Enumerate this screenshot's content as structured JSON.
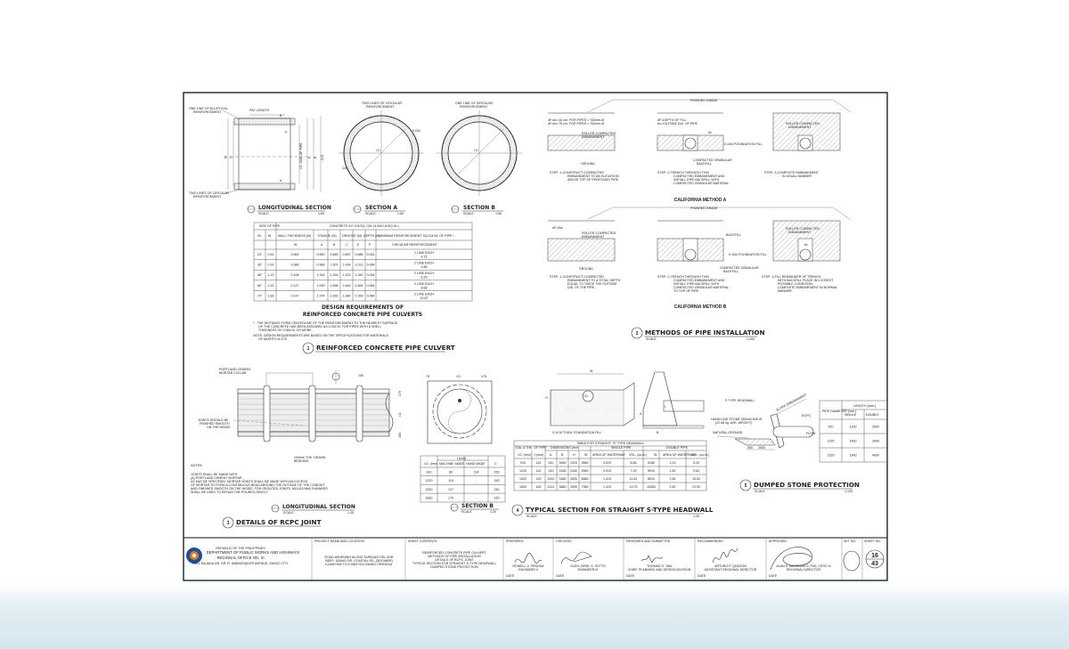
{
  "colors": {
    "ink": "#222222",
    "paper": "#ffffff",
    "scan_band": "#d6e6ee",
    "logo_blue": "#1f4e9c",
    "logo_orange": "#e07b1a"
  },
  "rcpc": {
    "long_section": {
      "title": "LONGITUDINAL SECTION",
      "scale_label": "SCALE",
      "scale": "1:60",
      "elliptical": "ONE LINE OF ELLIPTICAL",
      "elliptical2": "REINFORCEMENT",
      "pay_length": "PAY LENGTH",
      "two_lines": "TWO LINES OF CIRCULAR",
      "two_lines2": "REINFORCEMENT",
      "b": "B",
      "a": "A",
      "p": "P",
      "bl": "B",
      "c": "C",
      "id_size": "I.D. SIZE OF PIPE",
      "da": "A",
      "db": "B",
      "od": "O.D."
    },
    "section_a": {
      "title": "SECTION A",
      "scale_label": "SCALE",
      "scale": "1:60",
      "note1": "TWO LINES OF CIRCULAR",
      "note2": "REINFORCEMENT",
      "dim": "0.032",
      "id": "I.D.",
      "t": "1/3"
    },
    "section_b": {
      "title": "SECTION B",
      "scale_label": "SCALE",
      "scale": "1:60",
      "note1": "ONE LINE OF CIRCULAR",
      "note2": "REINFORCEMENT",
      "id": "I.D."
    },
    "table": {
      "h_size": "SIZE OF PIPE",
      "h_concrete": "CONCRETE 317 KG/SQ. CM. (4,500 LB/SQ.IN.)",
      "h_in": "IN.",
      "h_m": "M.",
      "h_wall": "WALL THICKNESS (M)",
      "h_tongue": "TONGUE (M)",
      "h_groove": "GROOVE (M)",
      "h_depth": "DEPTH (M)",
      "h_min": "MINIMUM REINFORCEMENT SQ.CM./M. OF PIPE *",
      "h_w": "W",
      "h_a": "A",
      "h_b": "B",
      "h_c": "C",
      "h_e": "E",
      "h_p": "P",
      "h_circ": "CIRCULAR REINFORCEMENT",
      "rows": [
        [
          "24\"",
          "0.61",
          "0.064",
          "0.650",
          "0.660",
          "0.667",
          "0.686",
          "0.044",
          "1 LINE EACH",
          "4.23"
        ],
        [
          "36\"",
          "0.91",
          "0.086",
          "0.989",
          "1.007",
          "1.004",
          "1.013",
          "0.064",
          "2 LINE EACH",
          "4.66"
        ],
        [
          "48\"",
          "1.22",
          "0.108",
          "1.316",
          "1.324",
          "1.321",
          "1.340",
          "0.064",
          "2 LINE EACH",
          "6.35"
        ],
        [
          "60\"",
          "1.52",
          "0.127",
          "1.639",
          "1.658",
          "1.645",
          "1.664",
          "0.064",
          "2 LINE EACH",
          "8.68"
        ],
        [
          "72\"",
          "1.83",
          "0.147",
          "1.974",
          "1.993",
          "1.980",
          "1.999",
          "0.064",
          "2 LINE EACH",
          "10.87"
        ]
      ]
    },
    "design_title1": "DESIGN REQUIREMENTS OF",
    "design_title2": "REINFORCED CONCRETE PIPE CULVERTS",
    "note_star1": "* - THE DISTANCE FORM CENTERLINE OF THE REINFORCEMENT TO THE NEAREST SURFACE",
    "note_star2": "OF THE CONCRETE HAS BEEN ASSUMED AS 0.032 M. FOR PIPES WITH A SHELL",
    "note_star3": "THICKNESS OF 0.064 M. OR MORE.",
    "note_design1": "NOTE: DESIGN REQUIREMENTS ARE BASED ON THE SPECIFICATIONS FOR MATERIALS",
    "note_design2": "OF AASHTO M-170",
    "number": "1",
    "title": "REINFORCED CONCRETE PIPE CULVERT"
  },
  "methods": {
    "finished_grade": "FINISHED GRADE",
    "a": {
      "note1": "dF=bc=15 cm. FOR PIPES < 762mm.Ø",
      "note2": "dF=bc=75 cm. FOR PIPES > 762mm.Ø",
      "roller": "ROLLER-COMPACTED",
      "roller2": "EMBANKMENT",
      "ground": "GROUND",
      "step1": [
        "STEP -1-CONSTRUCT COMPACTED",
        "EMBANKMENT TO AN ELEVATION",
        "ABOVE TOP OF PROPOSED PIPE"
      ],
      "depth1": "dF=DEPTH OF FILL",
      "depth2": "bc=OUTSIDE DIA. OF PIPE",
      "bc": "bc",
      "foundation": "0.10m FOUNDATION FILL",
      "granular1": "COMPACTED GRANULAR",
      "granular2": "BACKFILL",
      "step2": [
        "STEP -2-TRENCH THROUGH THIS",
        "COMPACTED EMBANKMENT AND",
        "INSTALL PIPE BACKFILL WITH",
        "COMPACTED GRANULAR MATERIAL"
      ],
      "roller3": "ROLLER COMPACTED",
      "roller4": "EMBANKMENT",
      "step3": [
        "STEP -3-COMPLETE EMBANKMENT",
        "IN USUAL MANNER"
      ],
      "title": "CALIFORNIA METHOD A"
    },
    "b": {
      "note1": "dF=2bc",
      "roller": "ROLLER-COMPACTED",
      "roller2": "EMBANKMENT",
      "ground": "GROUND",
      "step1": [
        "STEP -1-CONSTRUCT COMPACTED",
        "EMBANKMENT TO A TOTAL DEPTH",
        "EQUAL TO TWICE THE OUTSIDE",
        "DIA. OF THE PIPE."
      ],
      "backfill": "BACKFILL",
      "foundation": "0.10m FOUNDATION FILL",
      "granular1": "COMPACTED GRANULAR",
      "granular2": "BACKFILL",
      "step2": [
        "STEP -2-TRENCH THROUGH THIS",
        "COMPACTED EMBANKMENT AND",
        "INSTALL PIPE BACKFILL WITH",
        "COMPACTED GRANULAR MATERIAL",
        "TO TOP OF PIPE"
      ],
      "roller3": "ROLLER COMPACTED",
      "roller4": "EMBANKMENT",
      "bc": "bc",
      "step3": [
        "STEP -3-FILL REMAINDER OF TRENCH",
        "WITH BACKFILL PLACE IN LOOSEST",
        "POSSIBLE CONDITION.",
        "COMPLETE EMBANKMENT IN NORMAL",
        "MANNER."
      ],
      "title": "CALIFORNIA METHOD B"
    },
    "number": "2",
    "title": "METHODS OF PIPE INSTALLATION",
    "scale_label": "SCALE",
    "scale": "1:200"
  },
  "joint": {
    "collar1": "PORTLAND CEMENT",
    "collar2": "MORTAR COLLAR",
    "dim150": "150",
    "dim175": "175",
    "id": "I.D.",
    "dim150b": "150",
    "joints1": "JOINTS SHOULD BE",
    "joints2": "FINISHED SMOOTH",
    "joints3": "ON THE INSIDE",
    "gravel1": "100mm THK. GRAVEL",
    "gravel2": "BEDDING",
    "notes_label": "NOTES:",
    "notes": [
      "JOINTS SHALL BE MADE WITH",
      "(A) PORTLAND CEMENT MORTAR ,",
      "AS MAY BE SPECIFIED. MORTAR JOINTS SHALL BE MADE WITH AN EXCESS",
      "OF MORTAR TO FORM A CONTINUOUS BEAD AROUND THE OUTSIDE OF THE CONDUIT",
      "AND FINISHED SMOOTH ON THE INSIDE. FOR GROUTED JOINTS, MOLDS AND RUNNERS",
      "SHALL BE USED TO RETAIN THE POURED GROUT."
    ],
    "long_title": "LONGITUDINAL SECTION",
    "scale_label": "SCALE",
    "long_scale": "1:20",
    "sec_b": {
      "dim75": "75",
      "id": "I.D.",
      "dim175": "175",
      "title": "SECTION B",
      "scale_label": "SCALE",
      "scale": "1:20"
    },
    "table": {
      "h_id": "I.D. (mm)",
      "h_t": "t (mm)",
      "h_machine": "MACHINE MADE",
      "h_hand": "HAND MADE",
      "h_c": "C",
      "rows": [
        [
          "910",
          "83",
          "114",
          "150"
        ],
        [
          "1220",
          "110",
          "-",
          "150"
        ],
        [
          "1520",
          "127",
          "-",
          "150"
        ],
        [
          "1830",
          "175",
          "-",
          "150"
        ]
      ]
    },
    "number": "3",
    "title": "DETAILS OF RCPC JOINT"
  },
  "headwall": {
    "w": "W",
    "h": "H",
    "a": "A",
    "b": "B",
    "t": "t",
    "id": "I.D.",
    "foundation": "0.10 M THICK FOUNDATION FILL",
    "table": {
      "title": "TABLE FOR STRAIGHT \"S\" TYPE HEADWALL",
      "h_dia": "DIA. & THK. OF PIPE",
      "h_dims": "DIMENSIONS (mm)",
      "h_single": "SINGLE PIPE",
      "h_double": "DOUBLE PIPE",
      "h_id": "I.D. (mm)",
      "h_t": "t (mm)",
      "h_a": "A",
      "h_b": "B",
      "h_h": "H",
      "h_w": "W",
      "h_area": "AREA OF WATERWAY",
      "h_vol": "VOL. (cu.m.)",
      "h_w2": "W",
      "h_area2": "AREA OF WATERWAY",
      "h_vol2": "VOL. (cu.m.)",
      "rows": [
        [
          "910",
          "110",
          "610",
          "3060",
          "1920",
          "3660",
          "0.519",
          "8.86",
          "5180",
          "1.03",
          "5.25"
        ],
        [
          "1220",
          "110",
          "610",
          "3160",
          "2340",
          "3960",
          "0.919",
          "7.25",
          "5910",
          "1.82",
          "9.64"
        ],
        [
          "1520",
          "120",
          "1610",
          "3360",
          "2830",
          "5880",
          "1.419",
          "11.62",
          "8610",
          "2.82",
          "15.52"
        ],
        [
          "1830",
          "150",
          "1212",
          "3880",
          "3590",
          "7380",
          "1.419",
          "19.75",
          "10552",
          "2.82",
          "23.00"
        ]
      ]
    },
    "number": "4",
    "title": "TYPICAL SECTION FOR STRAIGHT S-TYPE HEADWALL",
    "scale_label": "SCALE",
    "scale": "1:20"
  },
  "dumped": {
    "headwall": "S TYPE HEADWALL",
    "slope": "SLOPE EMBANKMENT",
    "rcpc": "RCPC",
    "stone1": "HAND-LAID STONE 250mm AVE.Ø",
    "stone2": "(22.68 kg. AVE. WEIGHT)",
    "ground": "NATURAL GROUND",
    "flow": "FLOW",
    "dim500": "500",
    "dim1500": "1500",
    "table": {
      "h_dia": "PIPE DIAMETER (mm.)",
      "h_len": "LENGTH (mm.)",
      "h_single": "SINGLE",
      "h_double": "DOUBLE",
      "rows": [
        [
          "910",
          "1300",
          "2600"
        ],
        [
          "1220",
          "1600",
          "3000"
        ],
        [
          "1520",
          "1900",
          "4000"
        ]
      ]
    },
    "number": "5",
    "title": "DUMPED STONE PROTECTION",
    "scale_label": "SCALE",
    "scale": "1:100"
  },
  "title_block": {
    "republic": "REPUBLIC OF THE PHILIPPINES",
    "dept": "DEPARTMENT OF PUBLIC WORKS AND HIGHWAYS",
    "office": "REGIONAL OFFICE NO. XI",
    "address": "BRG. BAJADA DR. DR. R. AMBASSADOR AVENUE, DAVAO CITY",
    "project_label": "PROJECT NAME AND LOCATION",
    "project": [
      "ROAD WIDENING ALONG SURIGAO DEL SUR",
      "BDRY. DAVAO OR. COASTAL RD. (DDO/NRR)",
      "K1584+000 TO K1584+313 DAVAO ORIENTAL"
    ],
    "contents_label": "SHEET CONTENTS",
    "contents": [
      "REINFORCED CONCRETE PIPE CULVERT",
      "METHODS OF PIPE INSTALLATION",
      "DETAILS OF RCPC JOINT",
      "TYPICAL SECTION FOR STRAIGHT S-TYPE HEADWALL",
      "DUMPED STONE PROTECTION"
    ],
    "prepared": "PREPARED",
    "prepared_name": "ROWELL V. PENOSA",
    "prepared_title": "ENGINEER II",
    "checked": "CHECKED",
    "checked_name": "GLEN JOREL S. SOTTO",
    "checked_title": "ENGINEER III",
    "reviewed": "REVIEWED AND SUBMITTED",
    "reviewed_name": "THOMAS G. TAN",
    "reviewed_title": "CHIEF, PLANNING AND DESIGN DIVISION",
    "recommended": "RECOMMENDED",
    "recommended_name": "ARTURO P. QUEDON",
    "recommended_title": "ASSISTANT REGIONAL DIRECTOR",
    "approved": "APPROVED",
    "approved_name": "ALAN S. BORROMEO, PhD, CESO III",
    "approved_title": "REGIONAL DIRECTOR",
    "date": "DATE",
    "set_no": "SET NO.",
    "sheet_no": "SHEET NO.",
    "sheet": "16",
    "total": "43"
  }
}
